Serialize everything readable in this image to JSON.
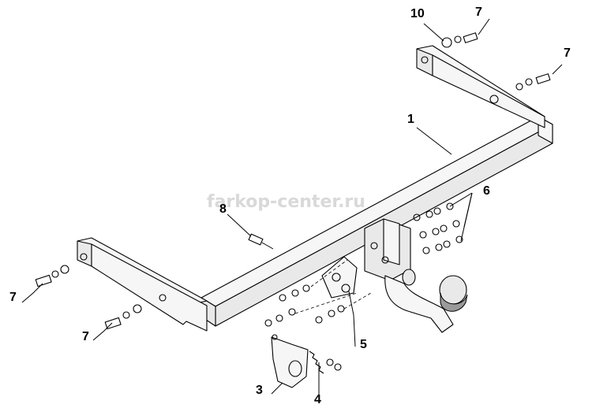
{
  "watermark": "farkop-center.ru",
  "callouts": {
    "frame": "1",
    "socket_plate": "3",
    "spring_bolt": "4",
    "ball_bracket": "5",
    "bolt_set": "6",
    "bolt_top_right": "7",
    "bolt_right": "7",
    "bolt_left": "7",
    "bolt_bottom_left": "7",
    "center_bolt": "8",
    "washer": "10"
  }
}
